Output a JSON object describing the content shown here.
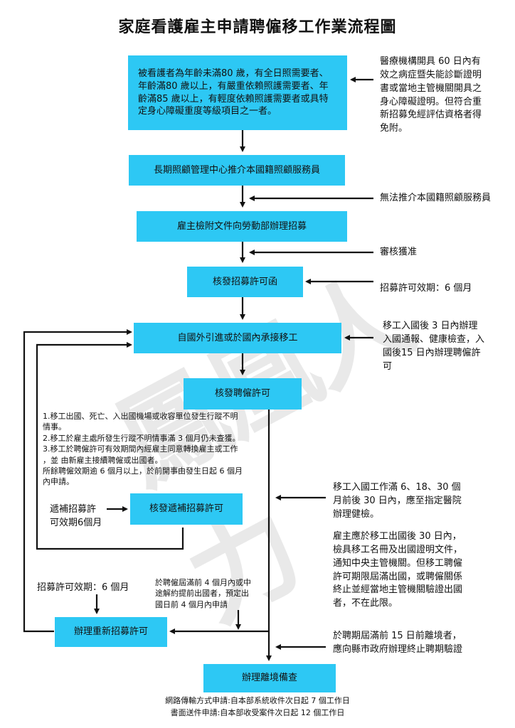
{
  "title": "家庭看護雇主申請聘僱移工作業流程圖",
  "watermark": "鳳凰人力",
  "boxes": {
    "eligibility": "被看護者為年齡未滿80 歲，有全日照需要者、年齡滿80 歲以上，有嚴重依賴照護需要者、年齡滿85 歲以上，有輕度依賴照護需要者或具特定身心障礙重度等級項目之一者。",
    "ltc_referral": "長期照顧管理中心推介本國籍照顧服務員",
    "recruit_apply": "雇主檢附文件向勞動部辦理招募",
    "recruit_permit": "核發招募許可函",
    "introduce": "自國外引進或於國內承接移工",
    "employ_permit": "核發聘僱許可",
    "replacement_permit": "核發遞補招募許可",
    "renew_permit": "辦理重新招募許可",
    "leave_record": "辦理離境備查"
  },
  "notes": {
    "medical": "醫療機構開具 60 日內有\n效之病症暨失能診斷證明\n書或當地主管機關開具之\n身心障礙證明。但符合重\n新招募免經評估資格者得\n免附。",
    "no_local": "無法推介本國籍照顧服務員",
    "approved": "審核獲准",
    "validity_6m": "招募許可效期：6 個月",
    "arrival": "移工入國後 3 日內辦理\n入國通報、健康檢查，入\n國後15 日內辦理聘僱許\n可",
    "health_check": "移工入國工作滿 6、18、30 個\n月前後 30 日內，應至指定醫院\n辦理健檢。",
    "exit_notice": "雇主應於移工出國後 30 日內，\n檢具移工名冊及出國證明文件，\n通知中央主管機關。但移工聘僱\n許可期限屆滿出國，或聘僱關係\n終止並經當地主管機關驗證出國\n者，不在此限。",
    "early_leave": "於聘期屆滿前 15 日前離境者，\n應向縣市政府辦理終止聘期驗證",
    "conditions": "1.移工出國、死亡、入出國機場或收容單位發生行蹤不明\n情事。\n2.移工於雇主處所發生行蹤不明情事滿 3 個月仍未查獲。\n3.移工於聘僱許可有效期間內經雇主同意轉換雇主或工作\n，並 由新雇主接續聘僱或出國者。\n所餘聘僱效期逾 6 個月以上，於前開事由發生日起 6 個月\n內申請。",
    "replacement_validity": "遞補招募許\n可效期6個月",
    "recruit_validity_left": "招募許可效期：6 個月",
    "expiry_apply": "於聘僱屆滿前 4 個月內或中\n途解約提前出國者，預定出\n國日前 4 個月內申請"
  },
  "footer": "網路傳輸方式申請:自本部系統收件次日起 7 個工作日\n書面送件申請:自本部收受案件次日起 12 個工作日",
  "colors": {
    "box": "#2dc8f4",
    "line": "#111111"
  }
}
